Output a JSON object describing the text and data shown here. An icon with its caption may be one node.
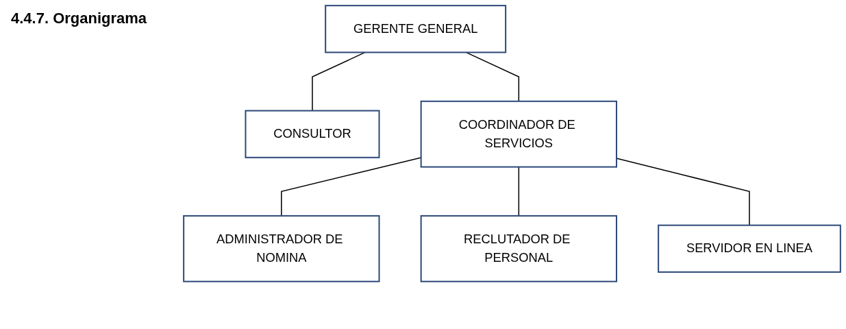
{
  "diagram": {
    "title": "4.4.7. Organigrama",
    "nodes": [
      {
        "text": [
          "GERENTE GENERAL"
        ]
      },
      {
        "text": [
          "CONSULTOR"
        ]
      },
      {
        "text": [
          "COORDINADOR DE SERVICIOS"
        ]
      },
      {
        "text": [
          "ADMINISTRADOR DE NOMINA"
        ]
      },
      {
        "text": [
          "RECLUTADOR DE PERSONAL"
        ]
      },
      {
        "text": [
          "SERVIDOR EN LINEA"
        ]
      }
    ],
    "edges": [
      {
        "from": 0,
        "to": 1,
        "arrow": "none"
      },
      {
        "from": 0,
        "to": 2,
        "arrow": "none"
      },
      {
        "from": 2,
        "to": 3,
        "arrow": "none"
      },
      {
        "from": 2,
        "to": 4,
        "arrow": "none"
      },
      {
        "from": 2,
        "to": 5,
        "arrow": "none"
      }
    ]
  }
}
